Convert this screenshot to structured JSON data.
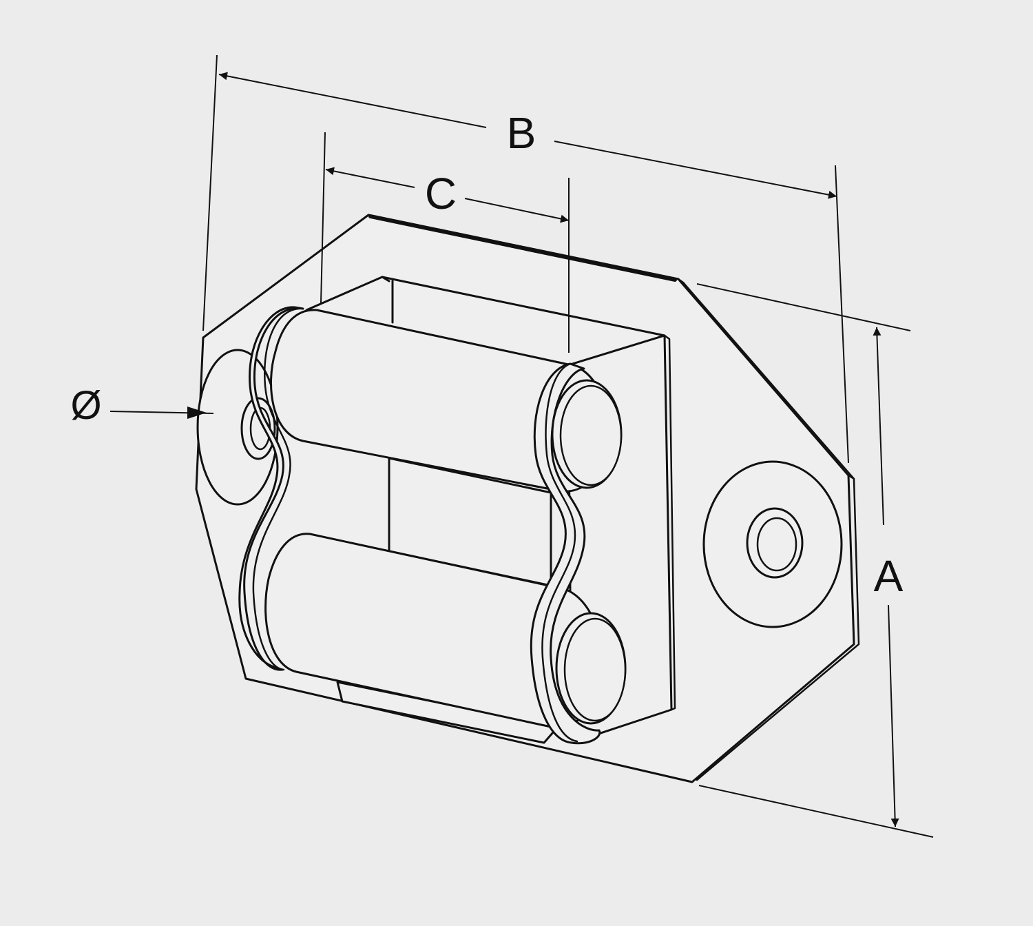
{
  "diagram": {
    "labels": {
      "a": "A",
      "b": "B",
      "c": "C",
      "diameter": "Ø"
    },
    "colors": {
      "background": "#ececec",
      "line": "#111111",
      "part_fill": "#efefef"
    }
  }
}
